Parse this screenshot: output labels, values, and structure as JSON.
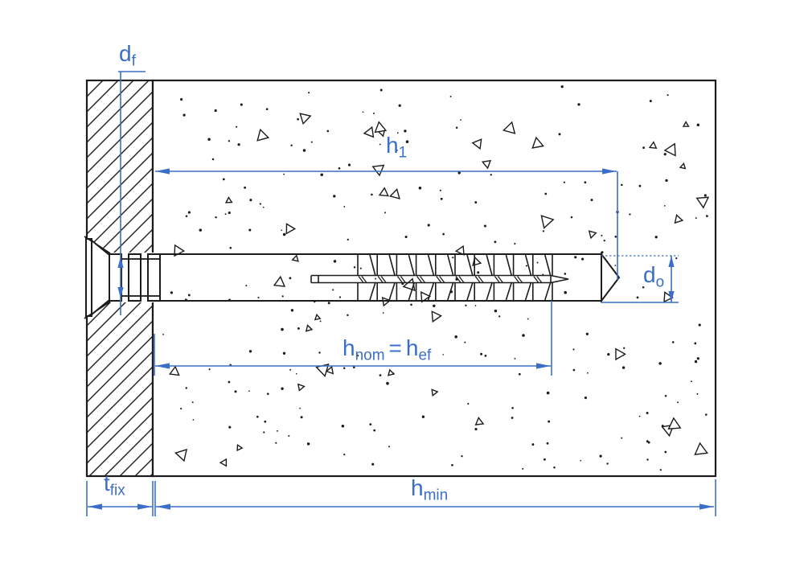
{
  "diagram": {
    "type": "technical-drawing-anchor-installation",
    "labels": {
      "d_f": {
        "main": "d",
        "sub": "f"
      },
      "h_1": {
        "main": "h",
        "sub": "1"
      },
      "h_nom_eq_h_ef": {
        "m1": "h",
        "s1": "nom",
        "eq": "=",
        "m2": "h",
        "s2": "ef"
      },
      "d_o": {
        "main": "d",
        "sub": "o"
      },
      "t_fix": {
        "main": "t",
        "sub": "fix"
      },
      "h_min": {
        "main": "h",
        "sub": "min"
      }
    },
    "colors": {
      "dimension_blue": "#3B6FC7",
      "line_black": "#1c1c1c",
      "background": "#FFFFFF"
    }
  }
}
